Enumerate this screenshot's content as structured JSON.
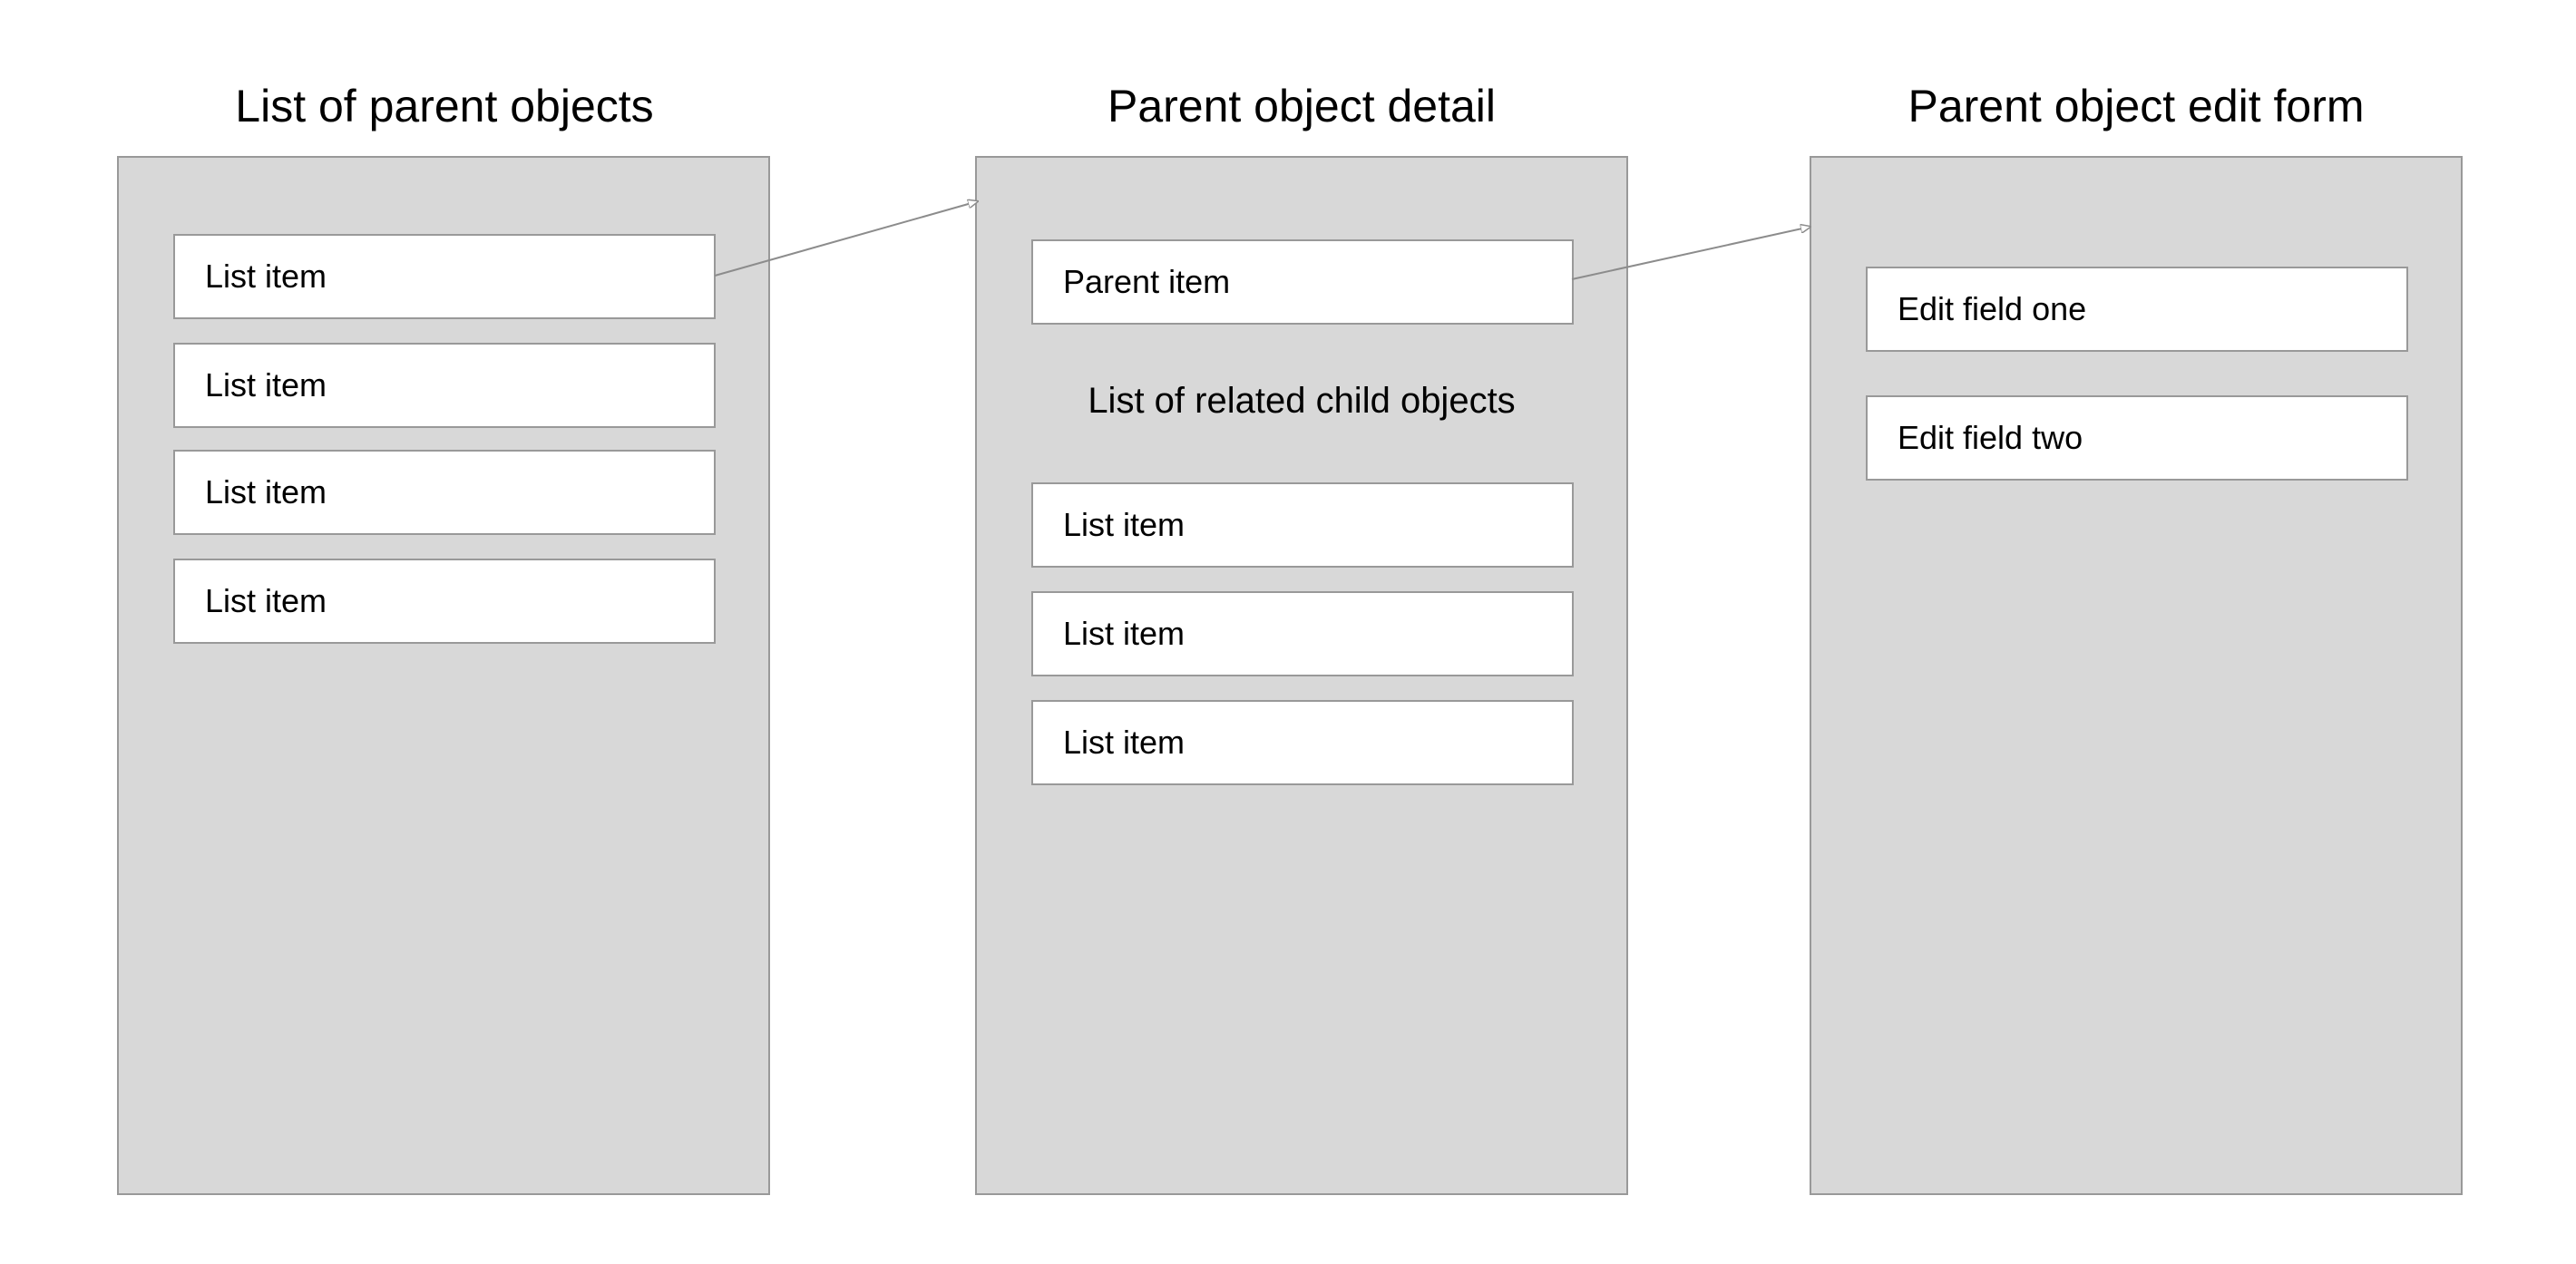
{
  "panels": [
    {
      "title": "List of parent objects",
      "items": [
        "List item",
        "List item",
        "List item",
        "List item"
      ]
    },
    {
      "title": "Parent object detail",
      "parent_item": "Parent item",
      "subheading": "List of related child objects",
      "items": [
        "List item",
        "List item",
        "List item"
      ]
    },
    {
      "title": "Parent object edit form",
      "fields": [
        "Edit field one",
        "Edit field two"
      ]
    }
  ],
  "colors": {
    "panel_fill": "#d8d8d8",
    "border": "#999999",
    "box_fill": "#ffffff",
    "arrow": "#8c8c8c"
  }
}
